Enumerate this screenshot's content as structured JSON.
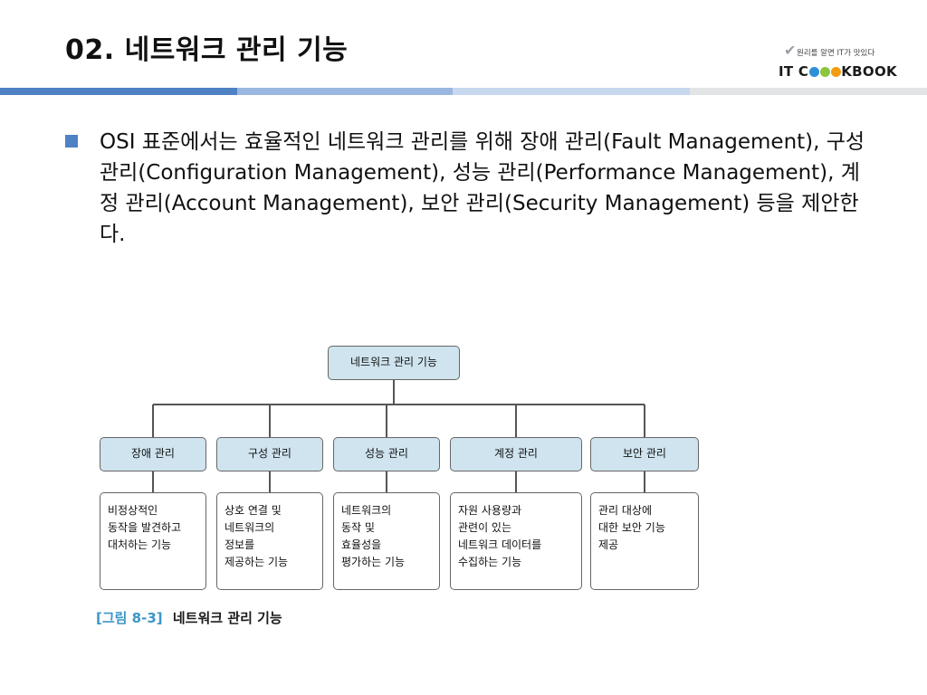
{
  "title": "02. 네트워크 관리 기능",
  "logo": {
    "tagline": "원리를 알면 IT가 맛있다",
    "brand_left": "IT C",
    "brand_right": "KBOOK",
    "dot_colors": [
      "#2e8fd6",
      "#8cc63f",
      "#f39c12"
    ]
  },
  "bullet": {
    "text": "OSI 표준에서는 효율적인 네트워크 관리를 위해 장애 관리(Fault Management), 구성관리(Configuration Management), 성능 관리(Performance Management), 계정 관리(Account Management), 보안 관리(Security Management) 등을 제안한다."
  },
  "diagram": {
    "root": "네트워크 관리 기능",
    "categories": [
      {
        "label": "장애 관리",
        "desc": "비정상적인\n동작을 발견하고\n대처하는 기능"
      },
      {
        "label": "구성 관리",
        "desc": "상호 연결 및\n네트워크의\n정보를\n제공하는 기능"
      },
      {
        "label": "성능 관리",
        "desc": "네트워크의\n동작 및\n효율성을\n평가하는 기능"
      },
      {
        "label": "계정 관리",
        "desc": "자원 사용량과\n관련이 있는\n네트워크 데이터를\n수집하는 기능"
      },
      {
        "label": "보안 관리",
        "desc": "관리 대상에\n대한 보안 기능\n제공"
      }
    ],
    "caption_label": "[그림 8-3]",
    "caption_text": "네트워크 관리 기능"
  },
  "colors": {
    "accent": "#4f82c4",
    "box_fill": "#cfe4ef",
    "caption_label": "#3c96c8"
  }
}
